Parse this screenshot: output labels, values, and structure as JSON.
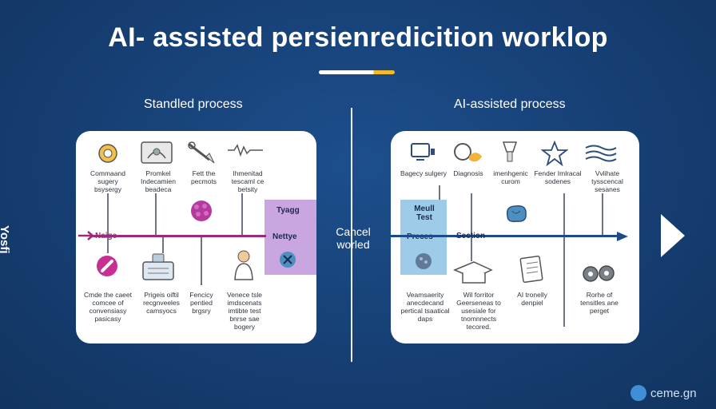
{
  "title": "AI- assisted persienredicition worklop",
  "side_label": "Yosfj",
  "center_label": "Cancel worled",
  "logo_text": "ceme.gn",
  "colors": {
    "background": "#163f74",
    "accent": "#f2b92b",
    "standard_line": "#9b2a7a",
    "ai_line": "#1f4a8a",
    "highlight_purple": "#c9a6e0",
    "highlight_blue": "#9ecbe8"
  },
  "standard": {
    "heading": "Standled process",
    "line_tag": "Naige",
    "box_title": "Tyagg",
    "box_sub": "Nettye",
    "top_labels": [
      "Commaand sugery bsysergy",
      "Promkel Indecamien beadeca",
      "Fett the pecmots",
      "Ihmenitad tescaml ce betsity"
    ],
    "bottom_labels": [
      "Cmde the caeet comcee of convensiasy pasicasy",
      "Prigeis oiftil recgnveeles camsyocs",
      "Fencicy pentied brgsry",
      "Venece tsle imdscenats imtibte test bnrse sae bogery"
    ]
  },
  "ai": {
    "heading": "AI-assisted process",
    "box_title": "Meull Test",
    "box_sub": "Preces",
    "line_tag": "Section",
    "top_labels": [
      "Bagecy sulgery",
      "Diagnosis",
      "imenhgenic curom",
      "Fender Imlracal sodenes",
      "Vvlihate tysscencal sesanes"
    ],
    "bottom_labels": [
      "Veamsaerity anecdecand pertical tsaatical daps",
      "Wil forritor Geerseneas to usesiale for tnomnnects tecored.",
      "AI tronelly denpiel",
      "Rorhe of tensitles ane perget"
    ]
  }
}
